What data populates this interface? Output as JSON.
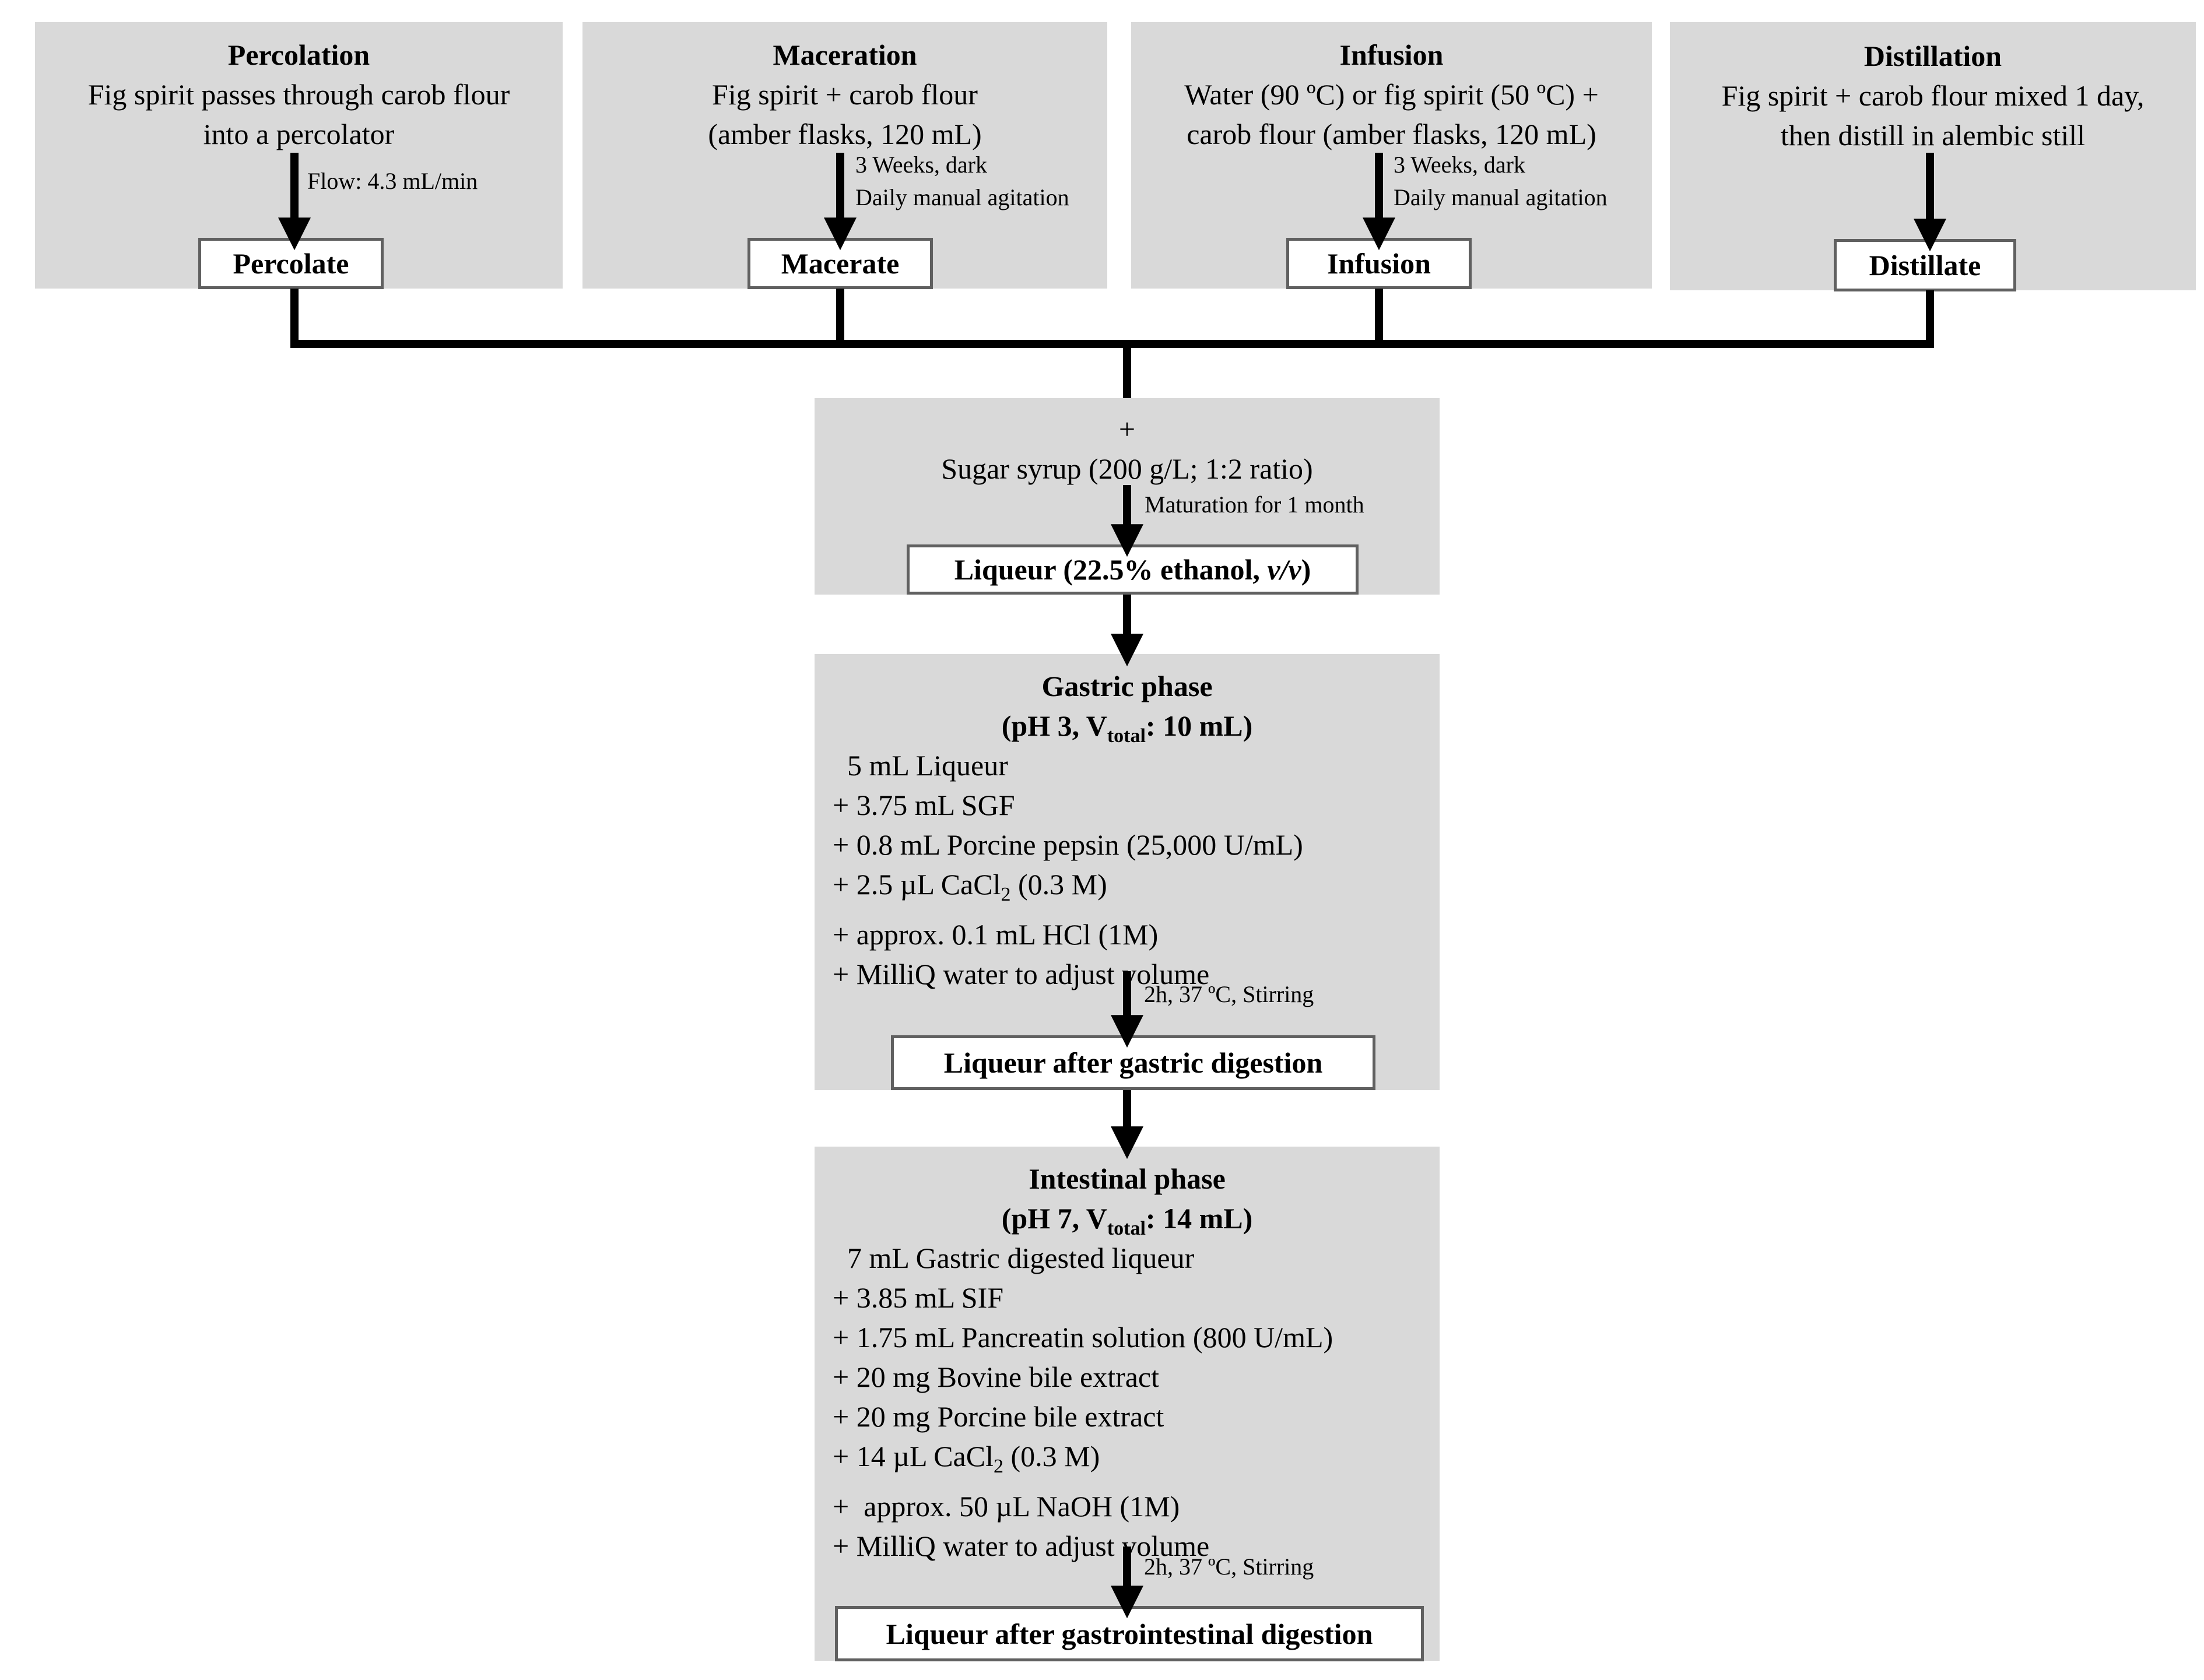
{
  "methods": [
    {
      "title": "Percolation",
      "desc": [
        "Fig spirit passes through carob flour",
        "into a percolator"
      ],
      "note": [
        "Flow: 4.3 mL/min"
      ],
      "product": "Percolate"
    },
    {
      "title": "Maceration",
      "desc": [
        "Fig spirit + carob flour",
        "(amber flasks, 120 mL)"
      ],
      "note": [
        "3 Weeks, dark",
        "Daily manual agitation"
      ],
      "product": "Macerate"
    },
    {
      "title": "Infusion",
      "desc": [
        "Water (90 ºC) or fig spirit (50 ºC) +",
        "carob flour (amber flasks, 120 mL)"
      ],
      "note": [
        "3 Weeks, dark",
        "Daily manual agitation"
      ],
      "product": "Infusion"
    },
    {
      "title": "Distillation",
      "desc": [
        "Fig spirit + carob flour mixed 1 day,",
        "then distill in alembic still"
      ],
      "note": [],
      "product": "Distillate"
    }
  ],
  "syrup": {
    "plus": "+",
    "text": "Sugar syrup (200 g/L; 1:2 ratio)",
    "note": "Maturation for 1 month",
    "product_main": "Liqueur (22.5% ethanol, ",
    "product_italic": "v/v",
    "product_close": ")"
  },
  "gastric": {
    "title": "Gastric phase",
    "cond_pre": "(pH 3, V",
    "cond_sub": "total",
    "cond_post": ": 10 mL)",
    "items": [
      {
        "pre": "  5 mL Liqueur"
      },
      {
        "pre": "+ 3.75 mL SGF"
      },
      {
        "pre": "+ 0.8 mL Porcine pepsin (25,000 U/mL)"
      },
      {
        "pre": "+ 2.5 µL CaCl",
        "sub": "2",
        "post": " (0.3 M)"
      },
      {
        "pre": "+ approx. 0.1 mL HCl (1M)"
      },
      {
        "pre": "+ MilliQ water to adjust volume"
      }
    ],
    "note": "2h, 37 ºC, Stirring",
    "product": "Liqueur after gastric digestion"
  },
  "intestinal": {
    "title": "Intestinal phase",
    "cond_pre": "(pH 7, V",
    "cond_sub": "total",
    "cond_post": ": 14 mL)",
    "items": [
      {
        "pre": "  7 mL Gastric digested liqueur"
      },
      {
        "pre": "+ 3.85 mL SIF"
      },
      {
        "pre": "+ 1.75 mL Pancreatin solution (800 U/mL)"
      },
      {
        "pre": "+ 20 mg Bovine bile extract"
      },
      {
        "pre": "+ 20 mg Porcine bile extract"
      },
      {
        "pre": "+ 14 µL CaCl",
        "sub": "2",
        "post": " (0.3 M)"
      },
      {
        "pre": "+  approx. 50 µL NaOH (1M)"
      },
      {
        "pre": "+ MilliQ water to adjust volume"
      }
    ],
    "note": "2h, 37 ºC, Stirring",
    "product": "Liqueur after gastrointestinal digestion"
  }
}
